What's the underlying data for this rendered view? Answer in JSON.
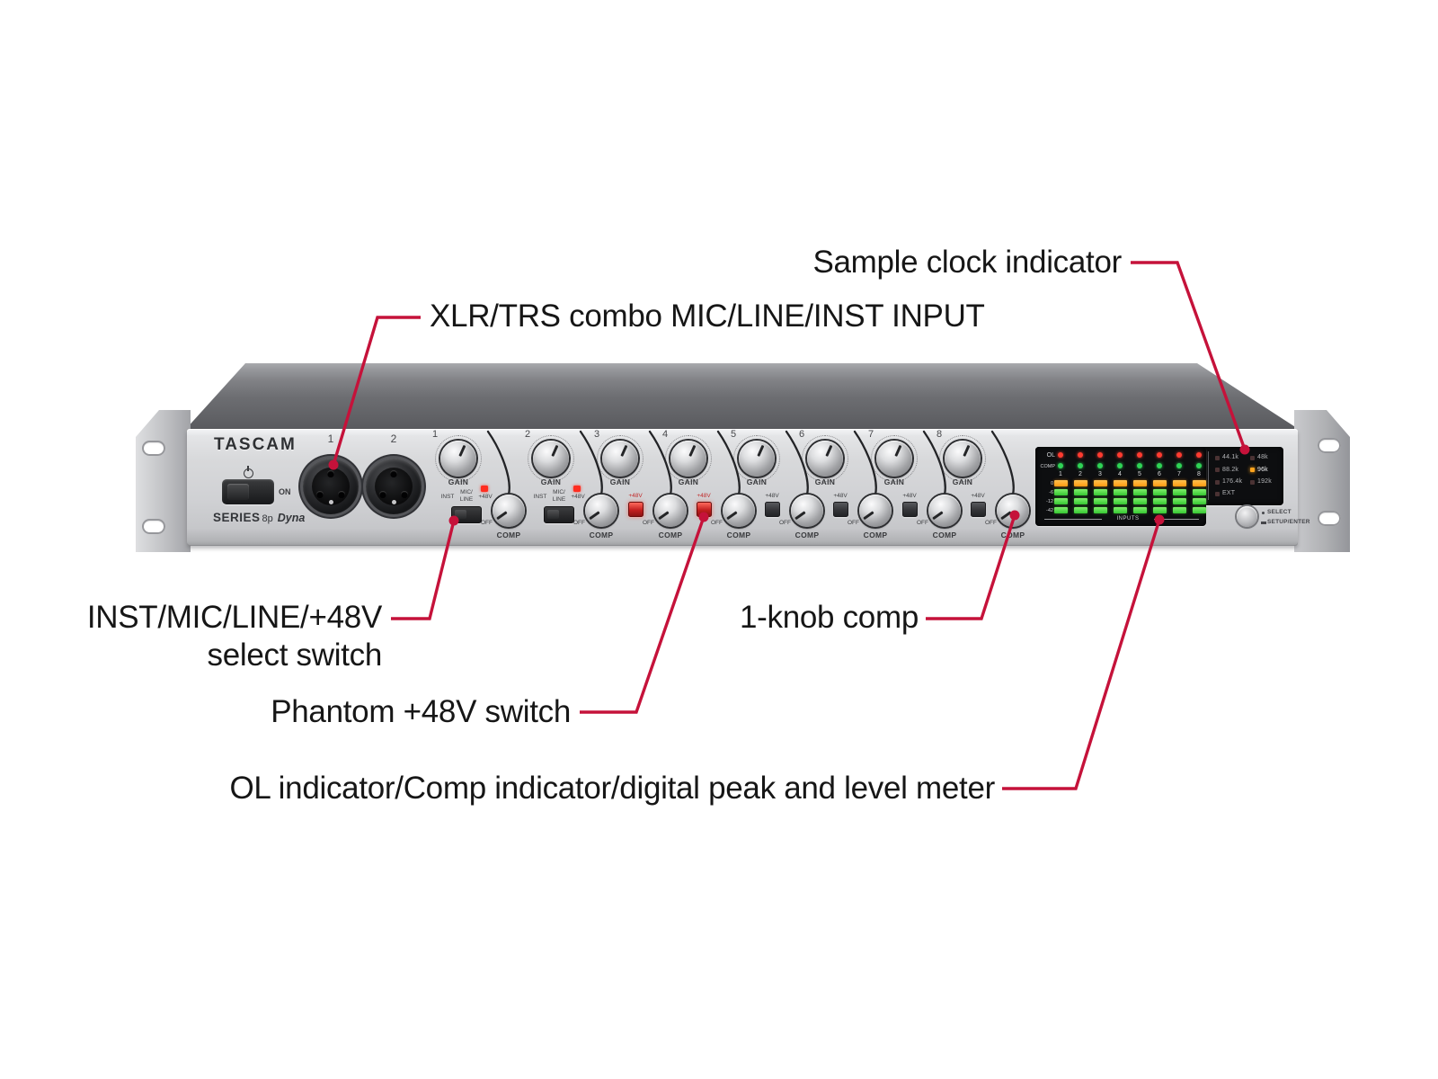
{
  "annotations": {
    "sample_clock": "Sample clock indicator",
    "xlr_input": "XLR/TRS combo MIC/LINE/INST INPUT",
    "select_switch_line1": "INST/MIC/LINE/+48V",
    "select_switch_line2": "select switch",
    "one_knob_comp": "1-knob comp",
    "phantom_switch": "Phantom +48V switch",
    "level_meter": "OL indicator/Comp indicator/digital peak and level meter"
  },
  "device": {
    "brand": "TASCAM",
    "series": "SERIES",
    "model": "8p",
    "model_suffix": "Dyna",
    "power_on_label": "ON",
    "input_jacks": [
      "1",
      "2"
    ],
    "channel_labels": {
      "gain": "GAIN",
      "comp": "COMP",
      "off": "OFF",
      "inst": "INST",
      "mic": "MIC/",
      "line": "LINE",
      "phantom": "+48V"
    },
    "channels": [
      {
        "number": "1",
        "switch": "select",
        "led_lit": true
      },
      {
        "number": "2",
        "switch": "select",
        "led_lit": true
      },
      {
        "number": "3",
        "switch": "phantom",
        "engaged": true
      },
      {
        "number": "4",
        "switch": "phantom",
        "engaged": true
      },
      {
        "number": "5",
        "switch": "phantom",
        "engaged": false
      },
      {
        "number": "6",
        "switch": "phantom",
        "engaged": false
      },
      {
        "number": "7",
        "switch": "phantom",
        "engaged": false
      },
      {
        "number": "8",
        "switch": "phantom",
        "engaged": false
      }
    ],
    "display": {
      "ol_label": "OL",
      "comp_label": "COMP",
      "channel_numbers": [
        "1",
        "2",
        "3",
        "4",
        "5",
        "6",
        "7",
        "8"
      ],
      "ol_leds_lit": true,
      "comp_leds_lit": true,
      "segments_lit_per_channel": 4,
      "scale_labels": [
        "0",
        "-6",
        "-12",
        "-42"
      ],
      "inputs_label": "INPUTS",
      "sample_rates": [
        {
          "label": "44.1k",
          "lit": false
        },
        {
          "label": "48k",
          "lit": false
        },
        {
          "label": "88.2k",
          "lit": false
        },
        {
          "label": "96k",
          "lit": true
        },
        {
          "label": "176.4k",
          "lit": false
        },
        {
          "label": "192k",
          "lit": false
        },
        {
          "label": "EXT",
          "lit": false
        }
      ],
      "select_label": "SELECT",
      "setup_label": "SETUP/ENTER"
    }
  },
  "colors": {
    "annotation_red": "#c5123a",
    "meter_orange": "#ff9a12",
    "meter_green": "#35c732",
    "ol_led_red": "#ff3b30",
    "comp_led_green": "#2fd356",
    "clock_lit_orange": "#ffa41d"
  }
}
